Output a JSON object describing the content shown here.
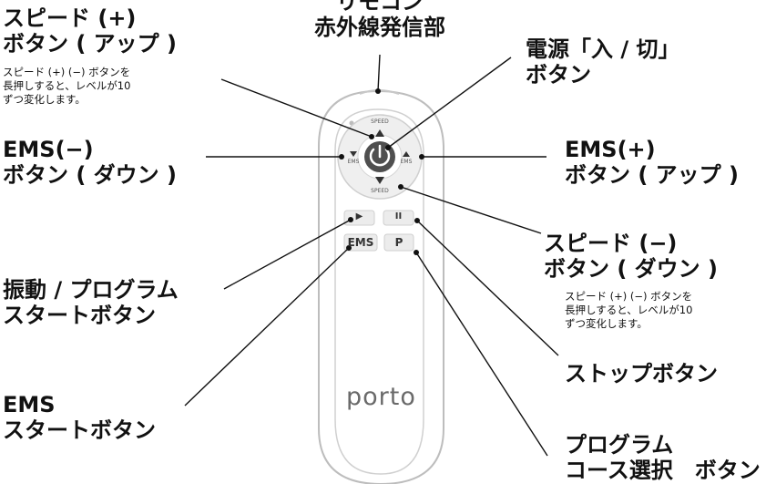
{
  "remote": {
    "brand": "porto",
    "buttons": {
      "speed_label_top": "SPEED",
      "speed_label_bottom": "SPEED",
      "ems_label_left": "EMS",
      "ems_label_right": "EMS",
      "ems_start": "EMS",
      "program": "P",
      "play_symbol": "▶",
      "pause_symbol": "II"
    }
  },
  "callouts": {
    "speed_up": {
      "title1": "スピード (+)",
      "title2": "ボタン ( アップ )",
      "note": [
        "スピード (+) (−) ボタンを",
        "長押しすると、レベルが10",
        "ずつ変化します。"
      ]
    },
    "ir": {
      "title1": "リモコン",
      "title2": "赤外線発信部"
    },
    "power": {
      "title1": "電源「入 / 切」",
      "title2": "ボタン"
    },
    "ems_down": {
      "title1": "EMS(−)",
      "title2": "ボタン ( ダウン )"
    },
    "ems_up": {
      "title1": "EMS(+)",
      "title2": "ボタン ( アップ )"
    },
    "speed_down": {
      "title1": "スピード (−)",
      "title2": "ボタン ( ダウン )",
      "note": [
        "スピード (+) (−) ボタンを",
        "長押しすると、レベルが10",
        "ずつ変化します。"
      ]
    },
    "vibration": {
      "title1": "振動 / プログラム",
      "title2": "スタートボタン"
    },
    "stop": {
      "title1": "ストップボタン"
    },
    "ems_start": {
      "title1": "EMS",
      "title2": "スタートボタン"
    },
    "program": {
      "title1": "プログラム",
      "title2": "コース選択　ボタン"
    }
  }
}
